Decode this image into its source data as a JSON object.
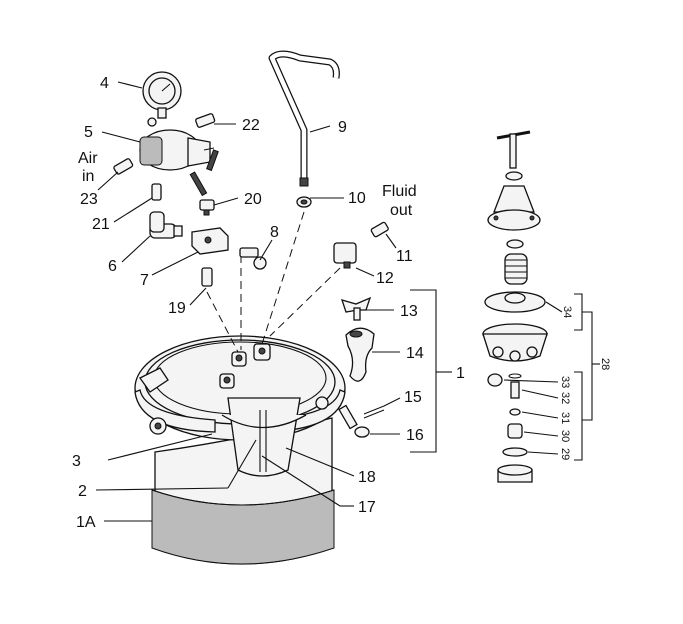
{
  "labels": {
    "p4": "4",
    "p5": "5",
    "air1": "Air",
    "air2": "in",
    "p23": "23",
    "p21": "21",
    "p6": "6",
    "p7": "7",
    "p19": "19",
    "p22": "22",
    "p20": "20",
    "p8": "8",
    "p9": "9",
    "p10": "10",
    "fluid1": "Fluid",
    "fluid2": "out",
    "p11": "11",
    "p12": "12",
    "p13": "13",
    "p14": "14",
    "p1": "1",
    "p15": "15",
    "p16": "16",
    "p3": "3",
    "p2": "2",
    "p1A": "1A",
    "p18": "18",
    "p17": "17"
  },
  "side_labels": {
    "s34": "34",
    "s33": "33",
    "s32": "32",
    "s31": "31",
    "s30": "30",
    "s29": "29",
    "s28": "28"
  }
}
